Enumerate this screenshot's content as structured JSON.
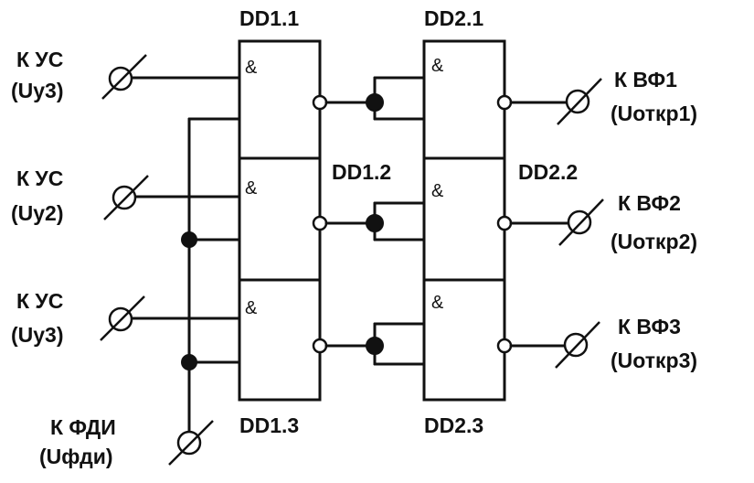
{
  "gates": {
    "dd1_1": "DD1.1",
    "dd1_2": "DD1.2",
    "dd1_3": "DD1.3",
    "dd2_1": "DD2.1",
    "dd2_2": "DD2.2",
    "dd2_3": "DD2.3",
    "and_symbol": "&"
  },
  "inputs": [
    {
      "line1": "К УС",
      "line2": "(Uу3)"
    },
    {
      "line1": "К УС",
      "line2": "(Uу2)"
    },
    {
      "line1": "К УС",
      "line2": "(Uу3)"
    },
    {
      "line1": "К ФДИ",
      "line2": "(Uфди)"
    }
  ],
  "outputs": [
    {
      "line1": "К ВФ1",
      "line2": "(Uоткр1)"
    },
    {
      "line1": "К ВФ2",
      "line2": "(Uоткр2)"
    },
    {
      "line1": "К ВФ3",
      "line2": "(Uоткр3)"
    }
  ]
}
